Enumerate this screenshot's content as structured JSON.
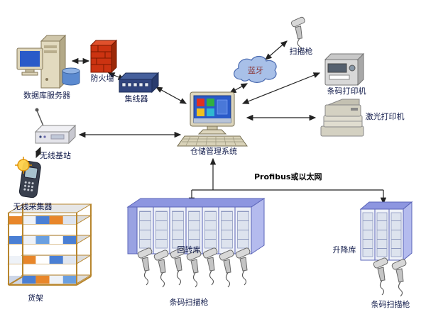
{
  "palette": {
    "firewall_red": "#cc3311",
    "cloud_blue": "#a8c0e8",
    "screen_blue": "#2a5ac8",
    "rack_violet": "#8d96e0",
    "shelf_orange": "#b8862e",
    "arrow_black": "#222222"
  },
  "nodes": {
    "database_server": {
      "label": "数据库服务器"
    },
    "firewall": {
      "label": "防火墙"
    },
    "hub": {
      "label": "集线器"
    },
    "bluetooth_cloud": {
      "label": "蓝牙"
    },
    "scanner_gun_top": {
      "label": "扫描枪"
    },
    "barcode_printer": {
      "label": "条码打印机"
    },
    "laser_printer": {
      "label": "激光打印机"
    },
    "wms_workstation": {
      "label": "仓储管理系统"
    },
    "wireless_station": {
      "label": "无线基站"
    },
    "wireless_collector": {
      "label": "无线采集器"
    },
    "shelf_rack": {
      "label": "货架"
    },
    "carousel_rack": {
      "label": "回转库"
    },
    "lift_rack": {
      "label": "升降库"
    },
    "scanner_group_center": {
      "label": "条码扫描枪"
    },
    "scanner_group_right": {
      "label": "条码扫描枪"
    },
    "bus": {
      "label": "Profibus或以太网"
    }
  }
}
